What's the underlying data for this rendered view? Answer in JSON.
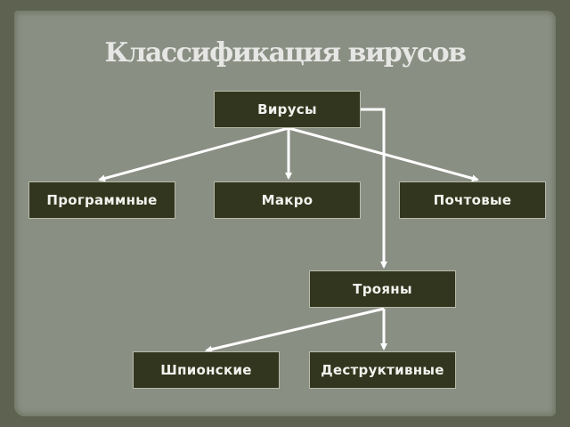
{
  "title": "Классификация вирусов",
  "nodes": {
    "viruses": "Вирусы",
    "program": "Программные",
    "macro": "Макро",
    "mail": "Почтовые",
    "trojans": "Трояны",
    "spy": "Шпионские",
    "destructive": "Деструктивные"
  },
  "colors": {
    "background": "#5d6350",
    "paper": "#8a8f84",
    "node_fill": "#33361e",
    "node_border": "#b8bbaa",
    "text": "#f2f2ee",
    "connector": "#ffffff"
  },
  "edges": [
    [
      "viruses",
      "program"
    ],
    [
      "viruses",
      "macro"
    ],
    [
      "viruses",
      "mail"
    ],
    [
      "viruses",
      "trojans"
    ],
    [
      "trojans",
      "spy"
    ],
    [
      "trojans",
      "destructive"
    ]
  ]
}
